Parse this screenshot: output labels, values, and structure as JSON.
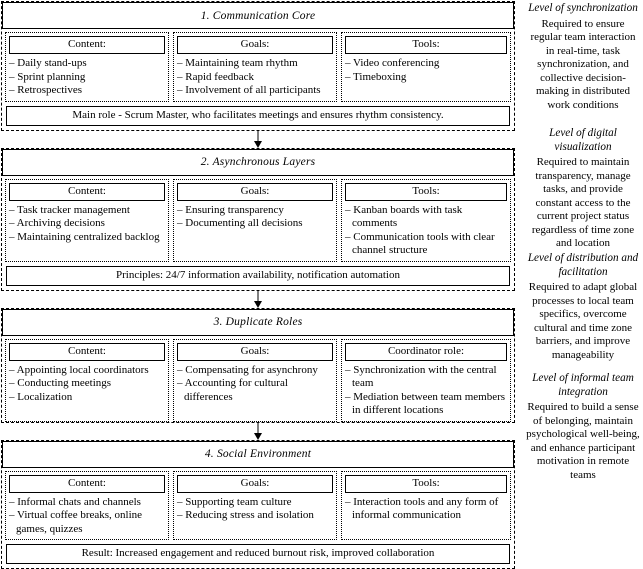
{
  "blocks": [
    {
      "title": "1. Communication Core",
      "columns": [
        {
          "heading": "Content:",
          "items": [
            "– Daily stand-ups",
            "– Sprint planning",
            "– Retrospectives"
          ]
        },
        {
          "heading": "Goals:",
          "items": [
            "– Maintaining team rhythm",
            "– Rapid feedback",
            "– Involvement of all participants"
          ]
        },
        {
          "heading": "Tools:",
          "items": [
            "– Video conferencing",
            "– Timeboxing"
          ]
        }
      ],
      "footer": "Main role - Scrum Master, who facilitates meetings and ensures rhythm consistency.",
      "side_title": "Level of synchronization",
      "side_text": "Required to ensure regular team interaction in real-time, task synchronization, and collective decision-making in distributed work conditions"
    },
    {
      "title": "2. Asynchronous Layers",
      "columns": [
        {
          "heading": "Content:",
          "items": [
            "– Task tracker management",
            "– Archiving decisions",
            "– Maintaining centralized backlog"
          ]
        },
        {
          "heading": "Goals:",
          "items": [
            "– Ensuring transparency",
            "– Documenting all decisions"
          ]
        },
        {
          "heading": "Tools:",
          "items": [
            "– Kanban boards with task comments",
            "– Communication tools with clear channel structure"
          ]
        }
      ],
      "footer": "Principles: 24/7 information availability, notification automation",
      "side_title": "Level of digital visualization",
      "side_text": "Required to maintain transparency, manage tasks, and provide constant access to the current project status regardless of time zone and location"
    },
    {
      "title": "3. Duplicate Roles",
      "columns": [
        {
          "heading": "Content:",
          "items": [
            "– Appointing local coordinators",
            "– Conducting meetings",
            "– Localization"
          ]
        },
        {
          "heading": "Goals:",
          "items": [
            "– Compensating for asynchrony",
            "– Accounting for cultural differences"
          ]
        },
        {
          "heading": "Coordinator role:",
          "items": [
            "– Synchronization with the central team",
            "– Mediation between team members in different locations"
          ]
        }
      ],
      "footer": null,
      "side_title": "Level of distribution and facilitation",
      "side_text": "Required to adapt global processes to local team specifics, overcome cultural and time zone barriers, and improve manageability"
    },
    {
      "title": "4. Social Environment",
      "columns": [
        {
          "heading": "Content:",
          "items": [
            "– Informal chats and channels",
            "– Virtual coffee breaks, online games, quizzes"
          ]
        },
        {
          "heading": "Goals:",
          "items": [
            "– Supporting team culture",
            "– Reducing stress and isolation"
          ]
        },
        {
          "heading": "Tools:",
          "items": [
            "– Interaction tools and any form of informal communication"
          ]
        }
      ],
      "footer": "Result: Increased engagement and reduced burnout risk, improved collaboration",
      "side_title": "Level of informal team integration",
      "side_text": "Required to build a sense of belonging, maintain psychological well-being, and enhance participant motivation in remote teams"
    }
  ],
  "colors": {
    "line": "#000000",
    "background": "#ffffff"
  }
}
